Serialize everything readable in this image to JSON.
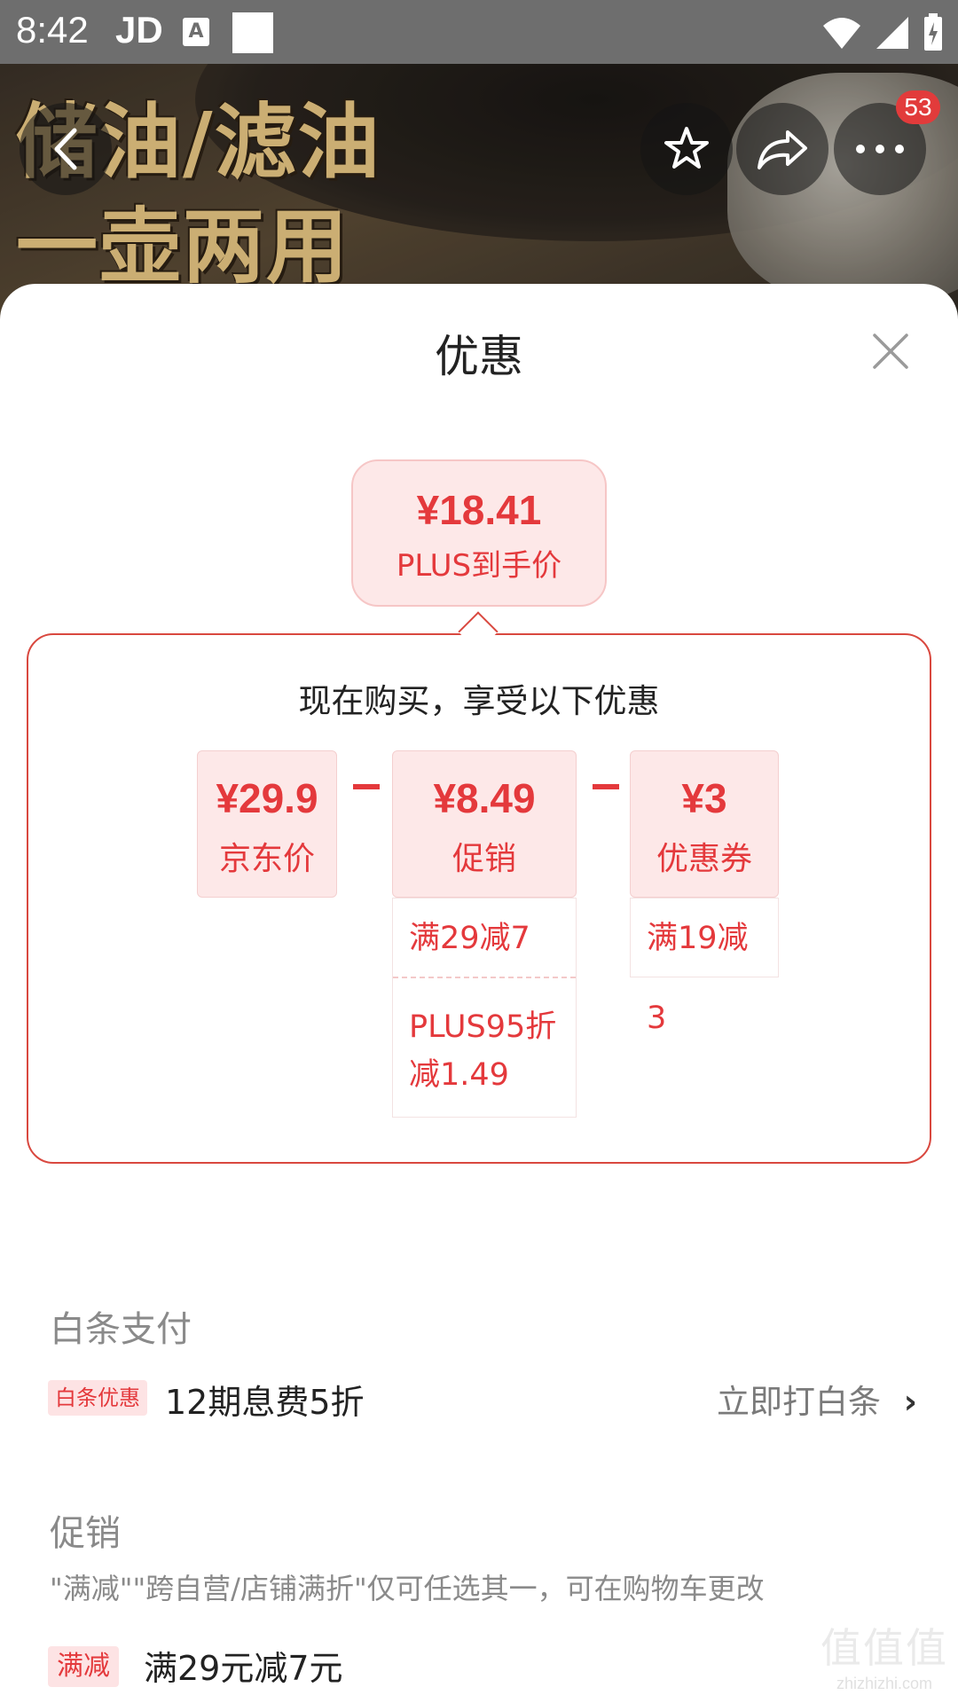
{
  "status_bar": {
    "time": "8:42",
    "app_label": "JD",
    "noti_letter": "A",
    "icons": [
      "wifi-icon",
      "signal-icon",
      "battery-icon"
    ]
  },
  "header": {
    "caption_line1": "储油/滤油",
    "caption_line2": "一壶两用",
    "more_badge": "53",
    "icons": [
      "back-icon",
      "star-icon",
      "share-icon",
      "more-icon"
    ]
  },
  "sheet": {
    "title": "优惠",
    "close_icon": "close-icon"
  },
  "final_price": {
    "price": "¥18.41",
    "label": "PLUS到手价"
  },
  "breakdown": {
    "intro": "现在购买，享受以下优惠",
    "items": [
      {
        "amount": "¥29.9",
        "label": "京东价"
      },
      {
        "amount": "¥8.49",
        "label": "促销"
      },
      {
        "amount": "¥3",
        "label": "优惠券"
      }
    ],
    "promo_details": [
      "满29减7",
      "PLUS95折\n减1.49"
    ],
    "coupon_details": [
      "满19减3"
    ]
  },
  "baitiao": {
    "section_title": "白条支付",
    "tag": "白条优惠",
    "text": "12期息费5折",
    "action": "立即打白条",
    "chevron": "›"
  },
  "promotion": {
    "section_title": "促销",
    "note": "\"满减\"\"跨自营/店铺满折\"仅可任选其一，可在购物车更改",
    "tag": "满减",
    "text": "满29元减7元"
  },
  "watermark": {
    "glyph": "值值值",
    "site": "zhizhizhi.com"
  },
  "colors": {
    "accent": "#e4393c",
    "accent_bg": "#fde8e8",
    "border": "#d9483f",
    "muted": "#8a8a8a"
  }
}
